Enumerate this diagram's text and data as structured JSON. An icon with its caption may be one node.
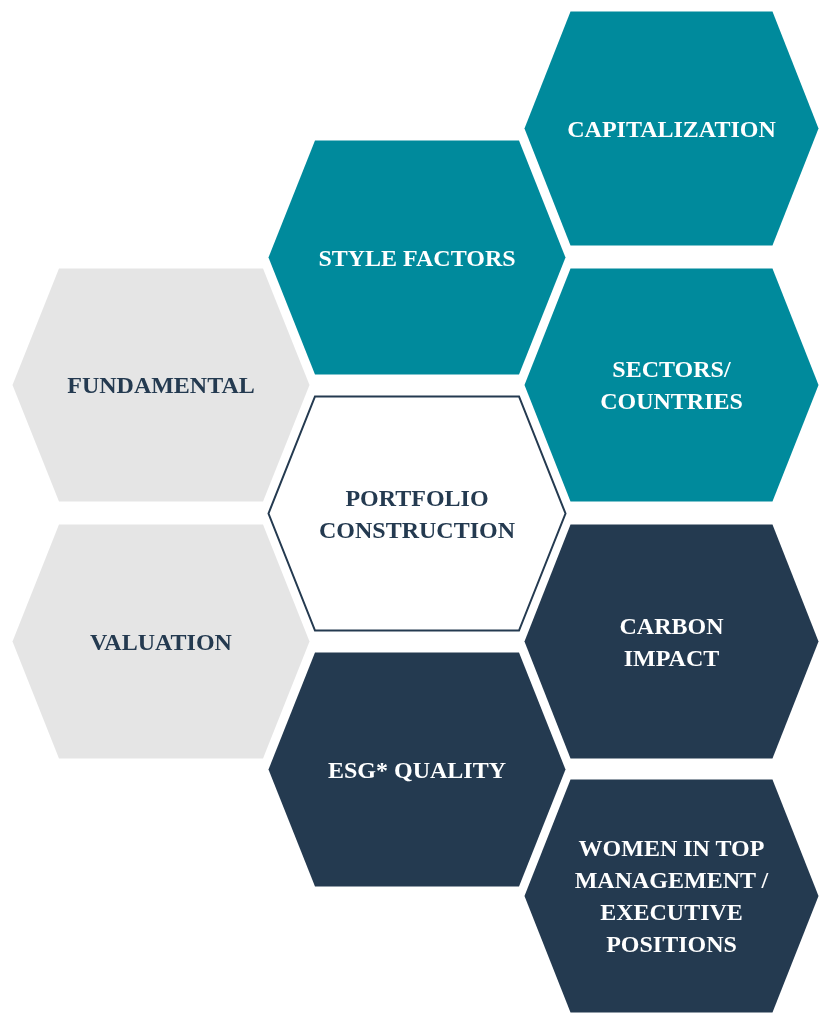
{
  "diagram": {
    "nodes": [
      {
        "text": [
          "CAPITALIZATION"
        ]
      },
      {
        "text": [
          "STYLE FACTORS"
        ]
      },
      {
        "text": [
          "FUNDAMENTAL"
        ]
      },
      {
        "text": [
          "SECTORS/ COUNTRIES"
        ]
      },
      {
        "text": [
          "PORTFOLIO CONSTRUCTION"
        ]
      },
      {
        "text": [
          "VALUATION"
        ]
      },
      {
        "text": [
          "CARBON IMPACT"
        ]
      },
      {
        "text": [
          "ESG* QUALITY"
        ]
      },
      {
        "text": [
          "WOMEN IN TOP MANAGEMENT / EXECUTIVE POSITIONS"
        ]
      }
    ]
  }
}
